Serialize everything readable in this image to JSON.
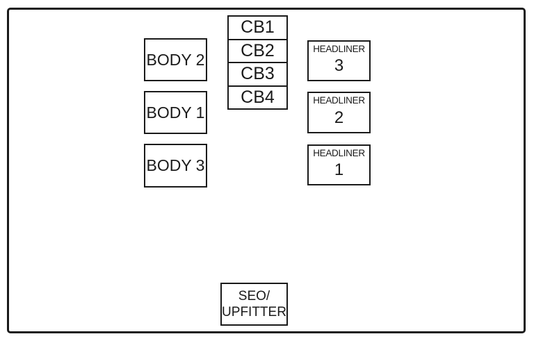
{
  "diagram": {
    "colors": {
      "line": "#1a1a1a",
      "background": "#ffffff"
    },
    "body_boxes": [
      {
        "label": "BODY 2"
      },
      {
        "label": "BODY 1"
      },
      {
        "label": "BODY 3"
      }
    ],
    "cb_cells": [
      {
        "label": "CB1"
      },
      {
        "label": "CB2"
      },
      {
        "label": "CB3"
      },
      {
        "label": "CB4"
      }
    ],
    "headliner_boxes": [
      {
        "title": "HEADLINER",
        "number": "3"
      },
      {
        "title": "HEADLINER",
        "number": "2"
      },
      {
        "title": "HEADLINER",
        "number": "1"
      }
    ],
    "seo_box": {
      "line1": "SEO/",
      "line2": "UPFITTER"
    }
  }
}
